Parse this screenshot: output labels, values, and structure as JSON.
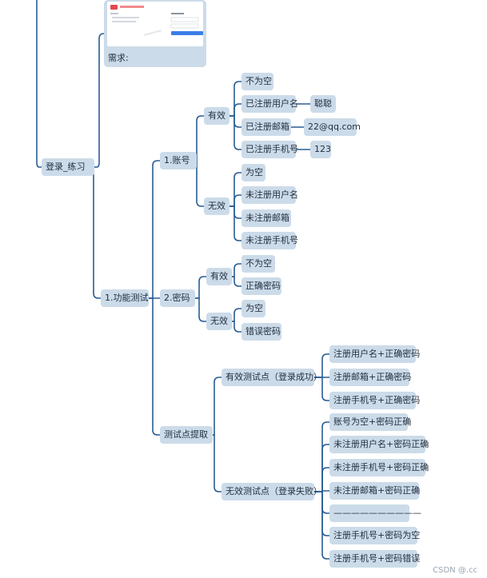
{
  "requirement": {
    "label": "需求:"
  },
  "nodes": {
    "root": "登录_练习",
    "functional": "1.功能测试",
    "account": "1.账号",
    "acc_valid": "有效",
    "acc_v_notempty": "不为空",
    "acc_v_user": "已注册用户名",
    "acc_v_user_ex": "聪聪",
    "acc_v_mail": "已注册邮箱",
    "acc_v_mail_ex": "22@qq.com",
    "acc_v_phone": "已注册手机号",
    "acc_v_phone_ex": "123",
    "acc_invalid": "无效",
    "acc_i_empty": "为空",
    "acc_i_user": "未注册用户名",
    "acc_i_mail": "未注册邮箱",
    "acc_i_phone": "未注册手机号",
    "password": "2.密码",
    "pwd_valid": "有效",
    "pwd_v_notempty": "不为空",
    "pwd_v_correct": "正确密码",
    "pwd_invalid": "无效",
    "pwd_i_empty": "为空",
    "pwd_i_wrong": "错误密码",
    "extract": "测试点提取",
    "ok_points": "有效测试点（登录成功）",
    "ok_1": "注册用户名+正确密码",
    "ok_2": "注册邮箱+正确密码",
    "ok_3": "注册手机号+正确密码",
    "fail_points": "无效测试点（登录失败）",
    "fail_1": "账号为空+密码正确",
    "fail_2": "未注册用户名+密码正确",
    "fail_3": "未注册手机号+密码正确",
    "fail_4": "未注册邮箱+密码正确",
    "fail_5": "——————————",
    "fail_6": "注册手机号+密码为空",
    "fail_7": "注册手机号+密码错误"
  },
  "watermark": "CSDN @.cc",
  "colors": {
    "node_fill": "#ccdbe9",
    "connector": "#2a5d93"
  }
}
